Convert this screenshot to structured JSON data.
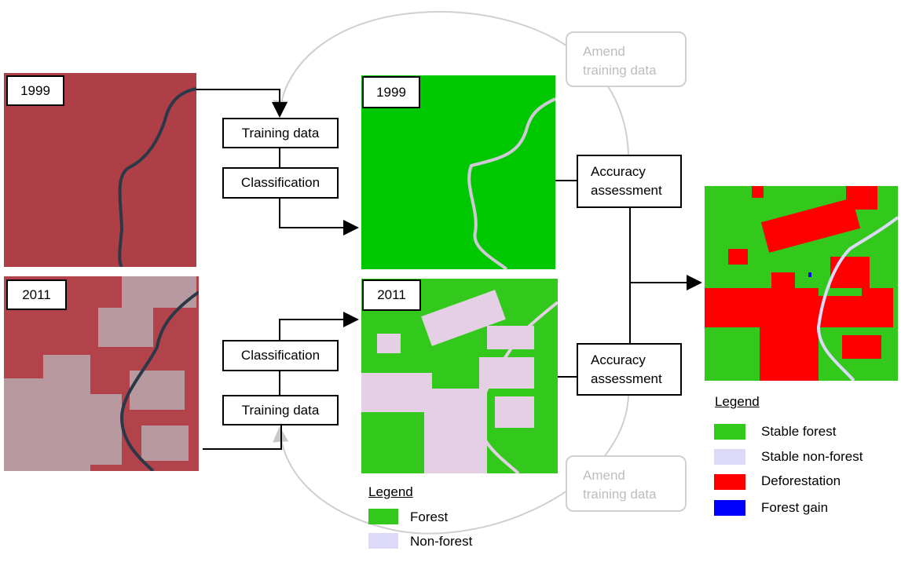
{
  "images": {
    "sat_1999": {
      "year": "1999"
    },
    "sat_2011": {
      "year": "2011"
    },
    "class_1999": {
      "year": "1999"
    },
    "class_2011": {
      "year": "2011"
    }
  },
  "boxes": {
    "training_1999": "Training data",
    "classification_1999": "Classification",
    "classification_2011": "Classification",
    "training_2011": "Training data",
    "accuracy_1_line1": "Accuracy",
    "accuracy_1_line2": "assessment",
    "accuracy_2_line1": "Accuracy",
    "accuracy_2_line2": "assessment",
    "amend_1_line1": "Amend",
    "amend_1_line2": "training data",
    "amend_2_line1": "Amend",
    "amend_2_line2": "training data"
  },
  "legend_classification": {
    "title": "Legend",
    "items": [
      {
        "label": "Forest",
        "color": "#33c81c"
      },
      {
        "label": "Non-forest",
        "color": "#ddd9f9"
      }
    ]
  },
  "legend_change": {
    "title": "Legend",
    "items": [
      {
        "label": "Stable forest",
        "color": "#33c81c"
      },
      {
        "label": "Stable non-forest",
        "color": "#ddd9f9"
      },
      {
        "label": "Deforestation",
        "color": "#ff0000"
      },
      {
        "label": "Forest gain",
        "color": "#0000ff"
      }
    ]
  }
}
